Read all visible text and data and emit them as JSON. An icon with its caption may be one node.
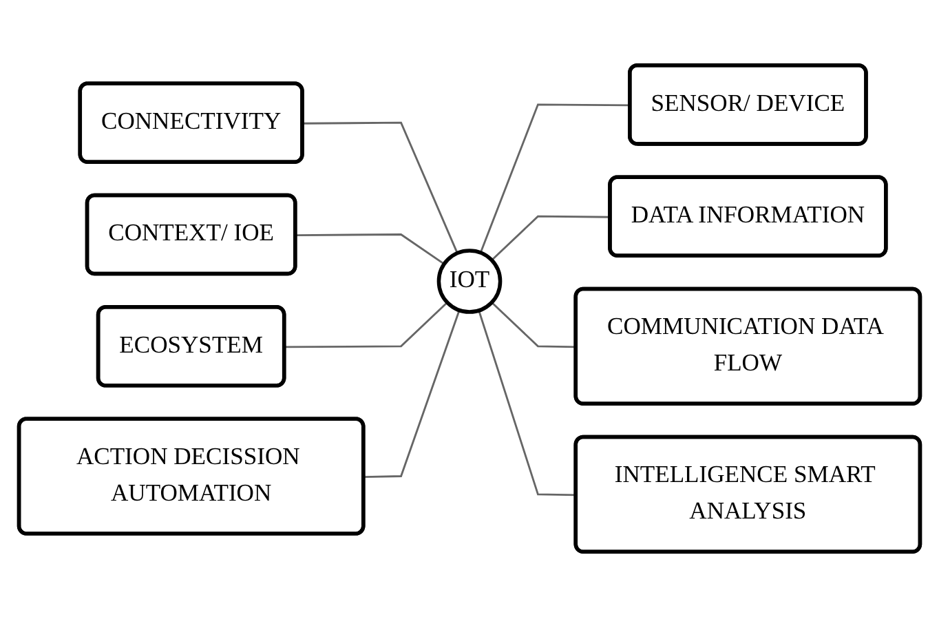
{
  "diagram": {
    "nodes": [
      {
        "text": [
          "CONNECTIVITY"
        ]
      },
      {
        "text": [
          "CONTEXT/ IOE"
        ]
      },
      {
        "text": [
          "SENSOR/ DEVICE"
        ]
      },
      {
        "text": [
          "IOT"
        ]
      },
      {
        "text": [
          "ECOSYSTEM"
        ]
      },
      {
        "text": [
          "DATA INFORMATION"
        ]
      },
      {
        "text": [
          "ACTION DECISSION AUTOMATION"
        ]
      },
      {
        "text": [
          "COMMUNICATION DATA FLOW"
        ]
      },
      {
        "text": [
          "INTELLIGENCE SMART ANALYSIS"
        ]
      }
    ],
    "edges": [
      {
        "from": 0,
        "to": 3,
        "arrow": "none"
      },
      {
        "from": 1,
        "to": 3,
        "arrow": "none"
      },
      {
        "from": 3,
        "to": 2,
        "arrow": "none"
      },
      {
        "from": 4,
        "to": 3,
        "arrow": "none"
      },
      {
        "from": 3,
        "to": 5,
        "arrow": "none"
      },
      {
        "from": 6,
        "to": 3,
        "arrow": "none"
      },
      {
        "from": 3,
        "to": 7,
        "arrow": "none"
      },
      {
        "from": 3,
        "to": 8,
        "arrow": "none"
      }
    ]
  }
}
